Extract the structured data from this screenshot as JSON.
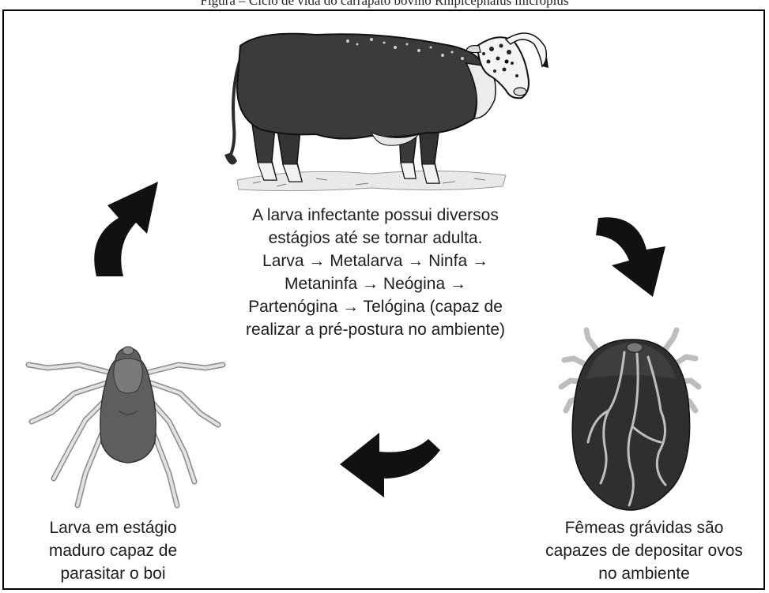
{
  "header": {
    "caption": "Figura – Ciclo de vida do carrapato bovino Rhipicephalus microplus"
  },
  "illustrations": {
    "top": "bull",
    "bottom_left": "tick-larva",
    "bottom_right": "engorged-female-tick"
  },
  "captions": {
    "center": [
      "A larva infectante possui diversos",
      "estágios até se tornar adulta.",
      "Larva → Metalarva → Ninfa →",
      "Metaninfa → Neógina →",
      "Partenógina → Telógina (capaz de",
      "realizar a pré-postura no ambiente)"
    ],
    "left": [
      "Larva em estágio",
      "maduro capaz de",
      "parasitar o boi"
    ],
    "right": [
      "Fêmeas grávidas são",
      "capazes de depositar ovos",
      "no ambiente"
    ]
  },
  "cycle_arrows": [
    "top-left-arrow-up",
    "top-right-arrow-down",
    "bottom-arrow-left"
  ],
  "colors": {
    "ink": "#111111",
    "bull_body": "#3a3a3a",
    "tick_gray": "#5a5a5a",
    "leg_light": "#d0d0d0"
  }
}
